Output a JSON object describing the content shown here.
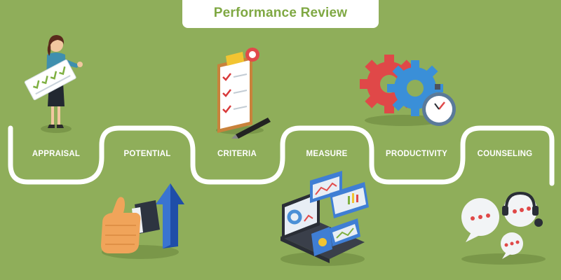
{
  "title": "Performance Review",
  "steps": [
    {
      "label": "APPRAISAL"
    },
    {
      "label": "POTENTIAL"
    },
    {
      "label": "CRITERIA"
    },
    {
      "label": "MEASURE"
    },
    {
      "label": "PRODUCTIVITY"
    },
    {
      "label": "COUNSELING"
    }
  ],
  "colors": {
    "background": "#8fae5a",
    "title_text": "#7fa843",
    "path": "#ffffff"
  },
  "icons": [
    "woman-with-checklist-icon",
    "thumbs-up-arrow-icon",
    "clipboard-checklist-icon",
    "laptop-charts-icon",
    "gears-stopwatch-icon",
    "chat-bubbles-headset-icon"
  ]
}
